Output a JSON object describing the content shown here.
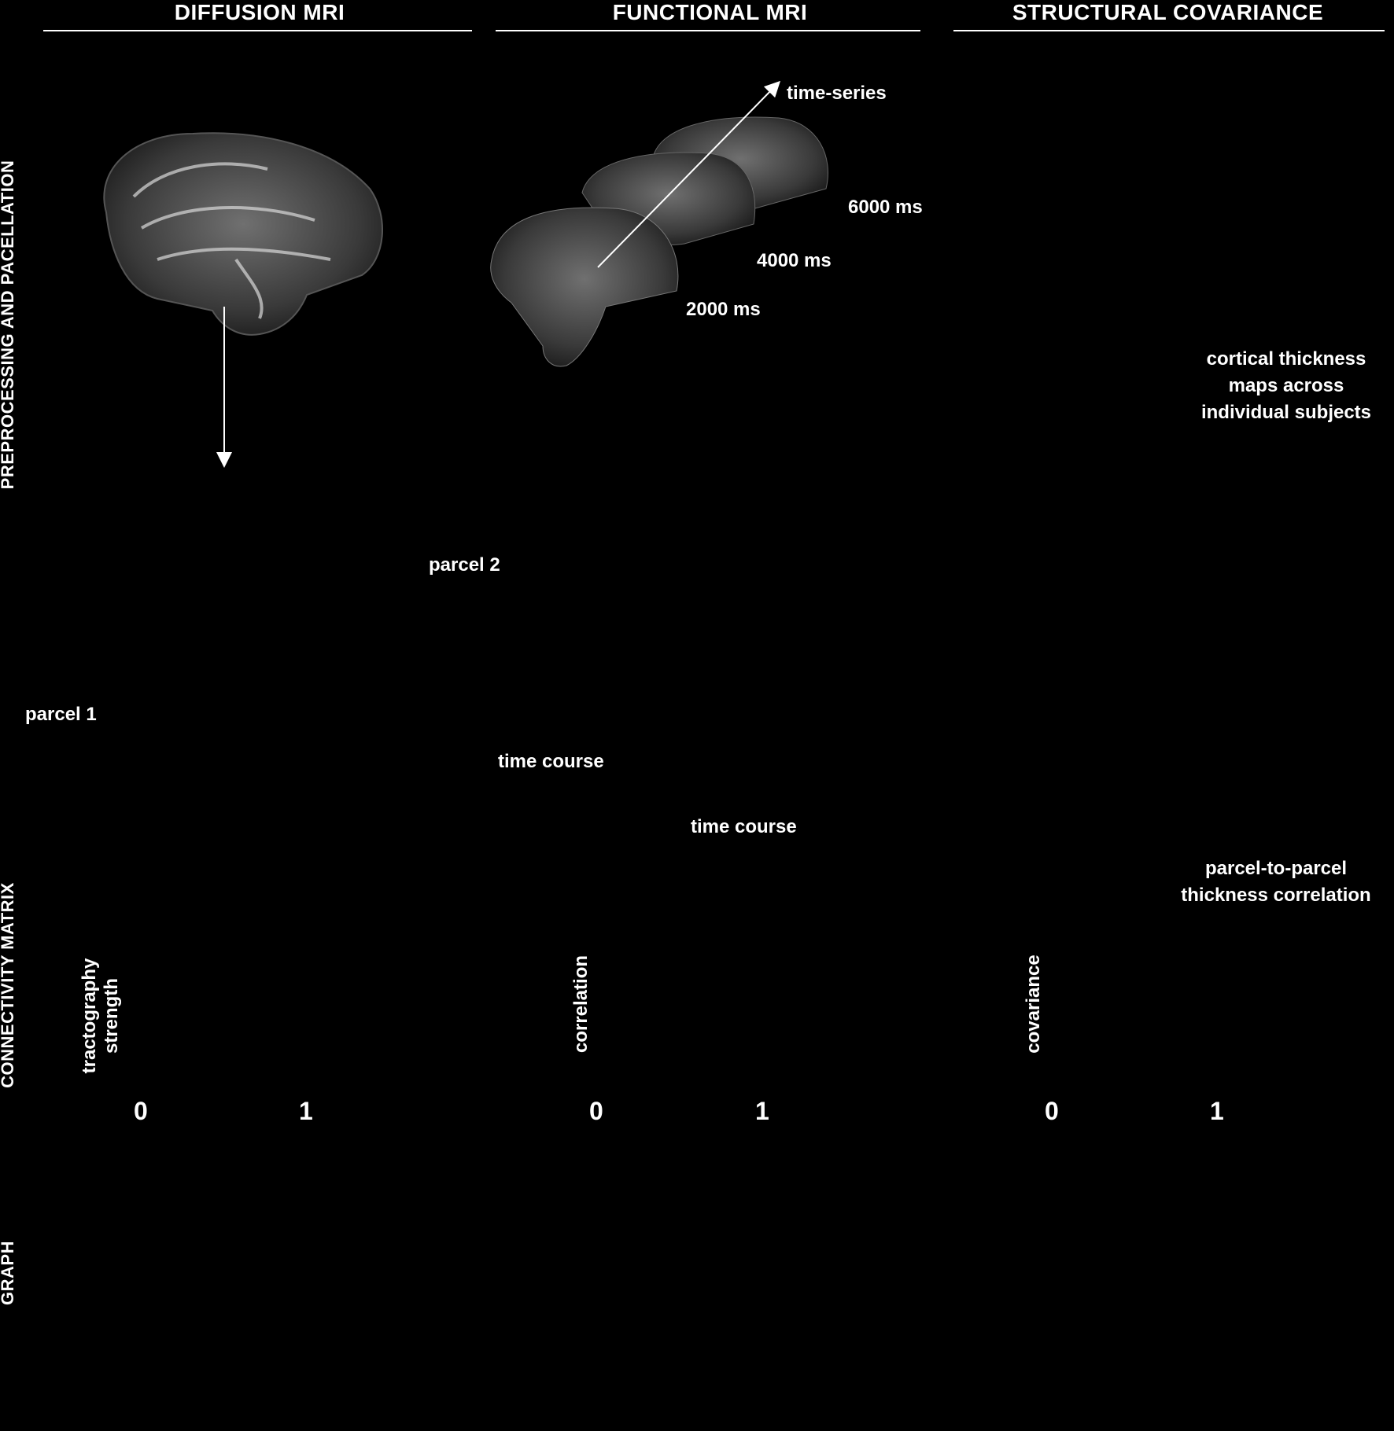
{
  "columns": [
    {
      "title": "DIFFUSION MRI"
    },
    {
      "title": "FUNCTIONAL MRI"
    },
    {
      "title": "STRUCTURAL COVARIANCE"
    }
  ],
  "row_labels": {
    "preprocessing": "PREPROCESSING AND PACELLATION",
    "matrix": "CONNECTIVITY MATRIX",
    "graph": "GRAPH"
  },
  "diffusion": {
    "parcel1": "parcel 1",
    "parcel2": "parcel 2",
    "matrix_label_line1": "tractography",
    "matrix_label_line2": "strength",
    "scale_min": "0",
    "scale_max": "1"
  },
  "functional": {
    "time_series": "time-series",
    "t1": "2000 ms",
    "t2": "4000 ms",
    "t3": "6000 ms",
    "time_course_a": "time course",
    "time_course_b": "time course",
    "matrix_label": "correlation",
    "scale_min": "0",
    "scale_max": "1"
  },
  "structural": {
    "thickness_line1": "cortical thickness",
    "thickness_line2": "maps across",
    "thickness_line3": "individual subjects",
    "corr_line1": "parcel-to-parcel",
    "corr_line2": "thickness correlation",
    "matrix_label": "covariance",
    "scale_min": "0",
    "scale_max": "1"
  },
  "colors": {
    "parcel1": "#7fd6e6",
    "parcel2": "#1e9a4a",
    "brain": "#c9c9c4",
    "matrix_bg": "#1a2a9a"
  }
}
